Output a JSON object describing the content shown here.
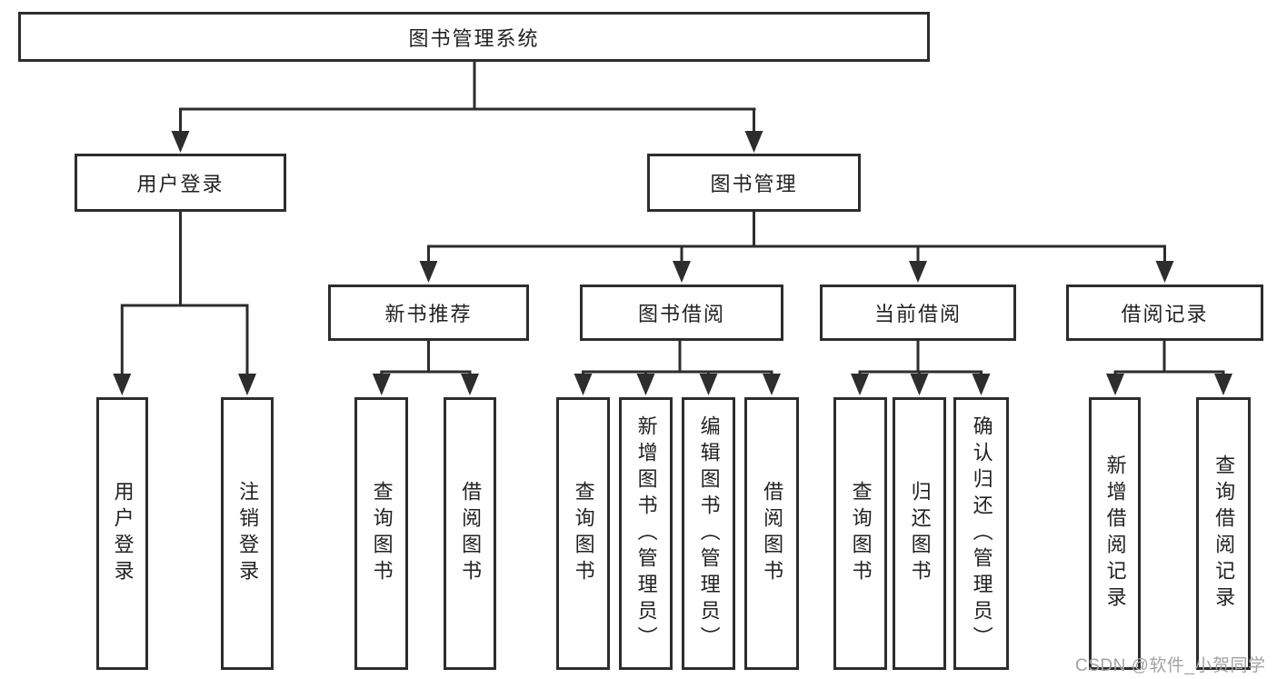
{
  "colors": {
    "line": "#2d2d2d",
    "border": "#2d2d2d",
    "text": "#222222",
    "background": "#ffffff",
    "watermark": "#a3a3a3"
  },
  "watermark": {
    "text": "CSDN @软件_小贺同学"
  },
  "tree": {
    "root": {
      "label": "图书管理系统"
    },
    "login": {
      "label": "用户登录",
      "children": [
        {
          "label": "用户登录"
        },
        {
          "label": "注销登录"
        }
      ]
    },
    "management": {
      "label": "图书管理",
      "children": [
        {
          "label": "新书推荐",
          "children": [
            {
              "label": "查询图书"
            },
            {
              "label": "借阅图书"
            }
          ]
        },
        {
          "label": "图书借阅",
          "children": [
            {
              "label": "查询图书"
            },
            {
              "label": "新增图书（管理员）"
            },
            {
              "label": "编辑图书（管理员）"
            },
            {
              "label": "借阅图书"
            }
          ]
        },
        {
          "label": "当前借阅",
          "children": [
            {
              "label": "查询图书"
            },
            {
              "label": "归还图书"
            },
            {
              "label": "确认归还（管理员）"
            }
          ]
        },
        {
          "label": "借阅记录",
          "children": [
            {
              "label": "新增借阅记录"
            },
            {
              "label": "查询借阅记录"
            }
          ]
        }
      ]
    }
  }
}
